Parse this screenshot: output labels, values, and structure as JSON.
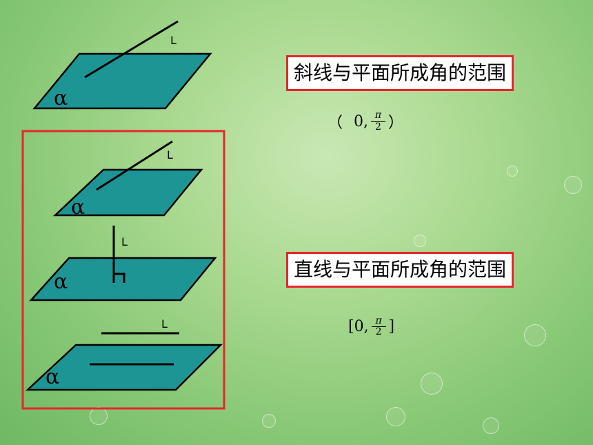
{
  "diagram": {
    "plane_symbol": "α",
    "line_label": "L",
    "colors": {
      "plane": "#1e9595",
      "frame": "#e8252b",
      "outline": "#000000"
    }
  },
  "oblique": {
    "title": "斜线与平面所成角的范围",
    "open": "（",
    "lower": "0,",
    "pi": "π",
    "two": "2",
    "close": "）"
  },
  "line": {
    "title": "直线与平面所成角的范围",
    "open": "[0,",
    "pi": "π",
    "two": "2",
    "close": "]"
  }
}
